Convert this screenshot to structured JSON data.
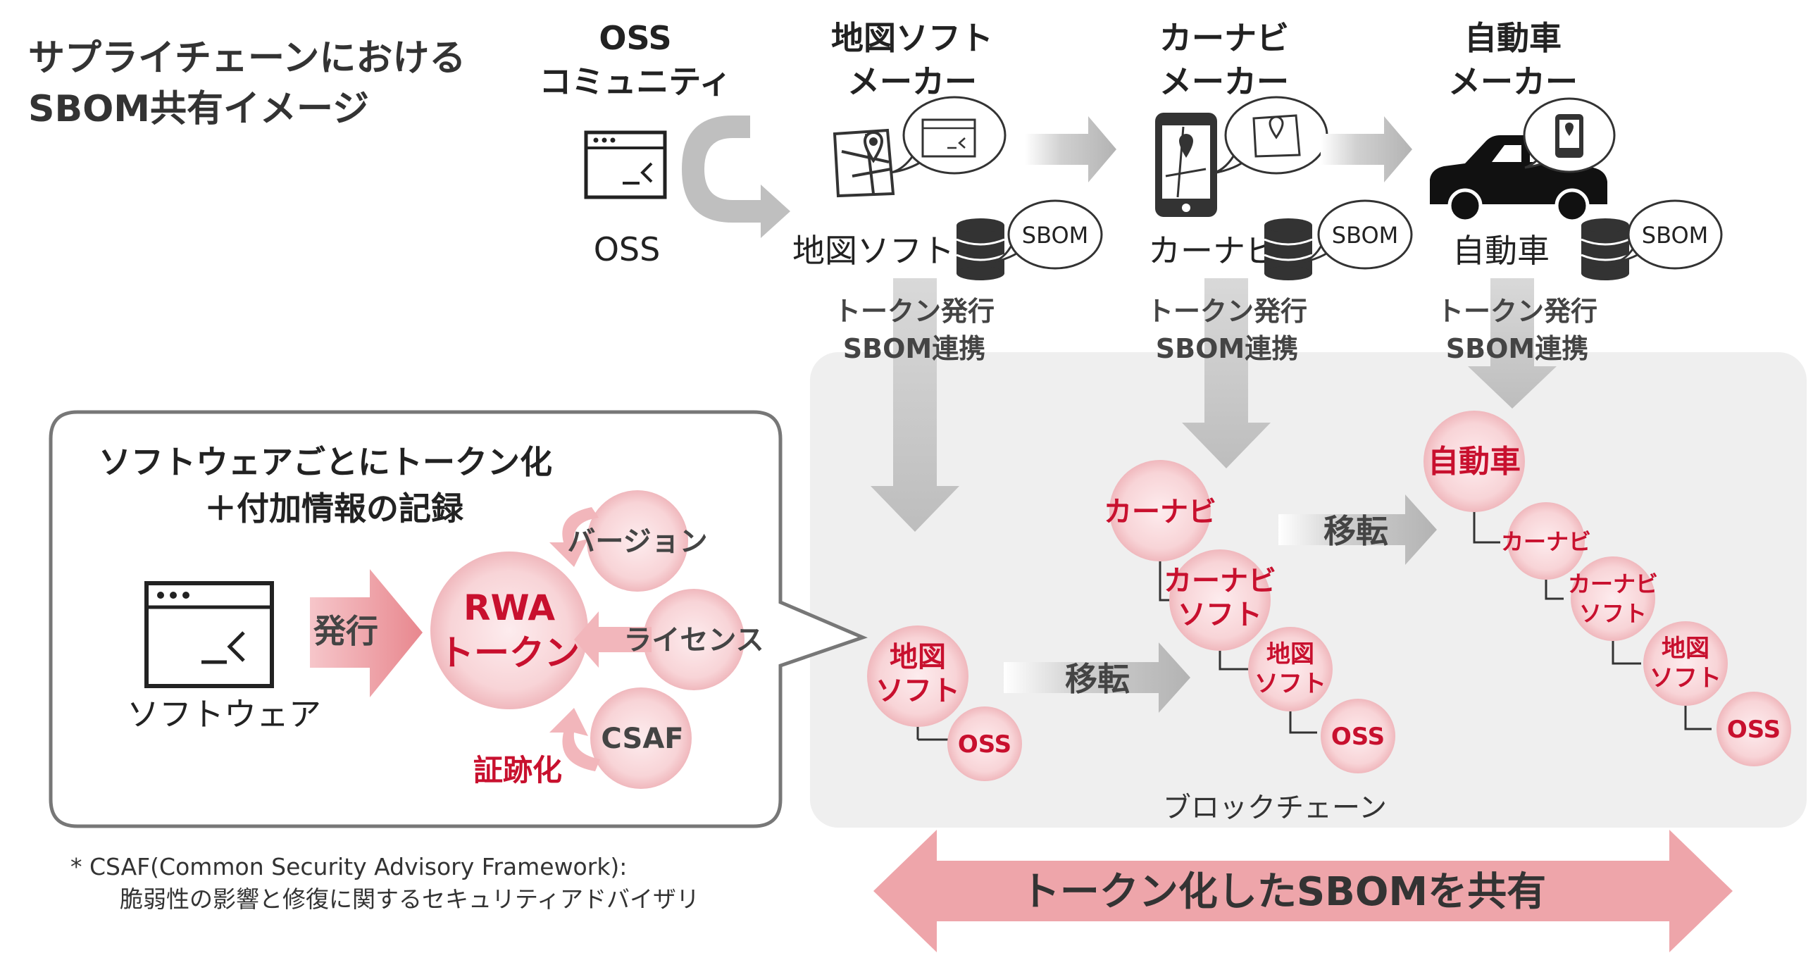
{
  "title": [
    "サプライチェーンにおける",
    "SBOM共有イメージ"
  ],
  "columns": {
    "oss": [
      "OSS",
      "コミュニティ"
    ],
    "map": [
      "地図ソフト",
      "メーカー"
    ],
    "navi": [
      "カーナビ",
      "メーカー"
    ],
    "car": [
      "自動車",
      "メーカー"
    ]
  },
  "products": {
    "oss": "OSS",
    "map": "地図ソフト",
    "navi": "カーナビ",
    "car": "自動車"
  },
  "sbom_label": "SBOM",
  "token_issue": [
    "トークン発行",
    "SBOM連携"
  ],
  "callout": {
    "heading": [
      "ソフトウェアごとにトークン化",
      "＋付加情報の記録"
    ],
    "software_label": "ソフトウェア",
    "issue_label": "発行",
    "rwa_token": [
      "RWA",
      "トークン"
    ],
    "attributes": [
      "バージョン",
      "ライセンス",
      "CSAF"
    ],
    "proof_label": "証跡化"
  },
  "tokens": {
    "map_tree": {
      "root": [
        "地図",
        "ソフト"
      ],
      "child": "OSS"
    },
    "navi_tree": {
      "root": "カーナビ",
      "mid": [
        "カーナビ",
        "ソフト"
      ],
      "leaf1": [
        "地図",
        "ソフト"
      ],
      "leaf2": "OSS"
    },
    "car_tree": {
      "root": "自動車",
      "l1": "カーナビ",
      "l2": [
        "カーナビ",
        "ソフト"
      ],
      "l3": [
        "地図",
        "ソフト"
      ],
      "l4": "OSS"
    }
  },
  "transfer_label": "移転",
  "blockchain_label": "ブロックチェーン",
  "share_label": "トークン化したSBOMを共有",
  "footnote": [
    "* CSAF(Common Security Advisory Framework):",
    "脆弱性の影響と修復に関するセキュリティアドバイザリ"
  ],
  "colors": {
    "token_fill": "#f6cccf",
    "token_text": "#c8102e",
    "arrow_gray": "#bfbfbf",
    "share_arrow": "#eea5aa",
    "panel_gray": "#efefef"
  }
}
